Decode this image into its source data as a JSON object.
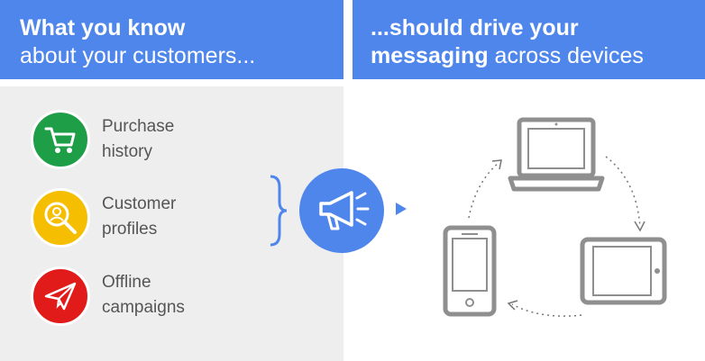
{
  "left_header": {
    "line1": "What you know",
    "line2": "about your customers..."
  },
  "right_header": {
    "line1": "...should drive your",
    "line2_bold": "messaging",
    "line2_rest": " across devices"
  },
  "items": [
    {
      "line1": "Purchase",
      "line2": "history",
      "icon": "shopping-cart-icon",
      "color": "#1e9e47"
    },
    {
      "line1": "Customer",
      "line2": "profiles",
      "icon": "profile-search-icon",
      "color": "#f6be00"
    },
    {
      "line1": "Offline",
      "line2": "campaigns",
      "icon": "paper-plane-icon",
      "color": "#e11a1a"
    }
  ],
  "colors": {
    "accent_blue": "#4f86ec",
    "panel_gray": "#eeeeee",
    "device_gray": "#8f8f8f"
  },
  "center_icon": "megaphone-icon",
  "devices": [
    "laptop-icon",
    "tablet-icon",
    "phone-icon"
  ]
}
